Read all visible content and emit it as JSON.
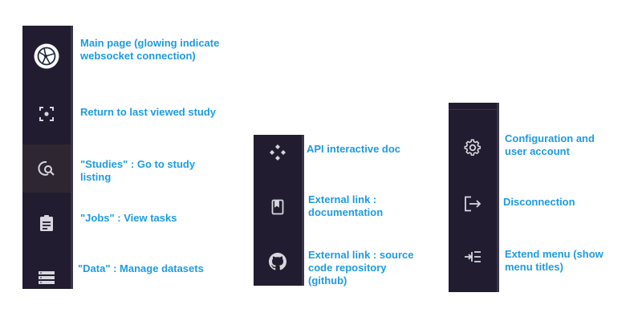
{
  "colors": {
    "sidebar_bg": "#211c2f",
    "active_bg": "#2e2631",
    "icon": "#d7d7df",
    "annotation": "#1e9be0"
  },
  "left_sidebar": {
    "items": [
      {
        "icon": "logo-globe-icon",
        "note": "Main page (glowing indicate websocket connection)"
      },
      {
        "icon": "focus-target-icon",
        "note": "Return to last viewed study"
      },
      {
        "icon": "manage-search-icon",
        "note": "\"Studies\" : Go to study listing"
      },
      {
        "icon": "assignment-icon",
        "note": "\"Jobs\" : View tasks"
      },
      {
        "icon": "storage-icon",
        "note": "\"Data\" : Manage datasets"
      }
    ]
  },
  "middle_sidebar": {
    "items": [
      {
        "icon": "api-icon",
        "note": "API interactive doc"
      },
      {
        "icon": "book-icon",
        "note": "External link : documentation"
      },
      {
        "icon": "github-icon",
        "note": "External link : source code repository (github)"
      }
    ]
  },
  "right_sidebar": {
    "items": [
      {
        "icon": "settings-gear-icon",
        "note": "Configuration and user account"
      },
      {
        "icon": "logout-icon",
        "note": "Disconnection"
      },
      {
        "icon": "extend-menu-icon",
        "note": "Extend menu (show menu titles)"
      }
    ]
  }
}
